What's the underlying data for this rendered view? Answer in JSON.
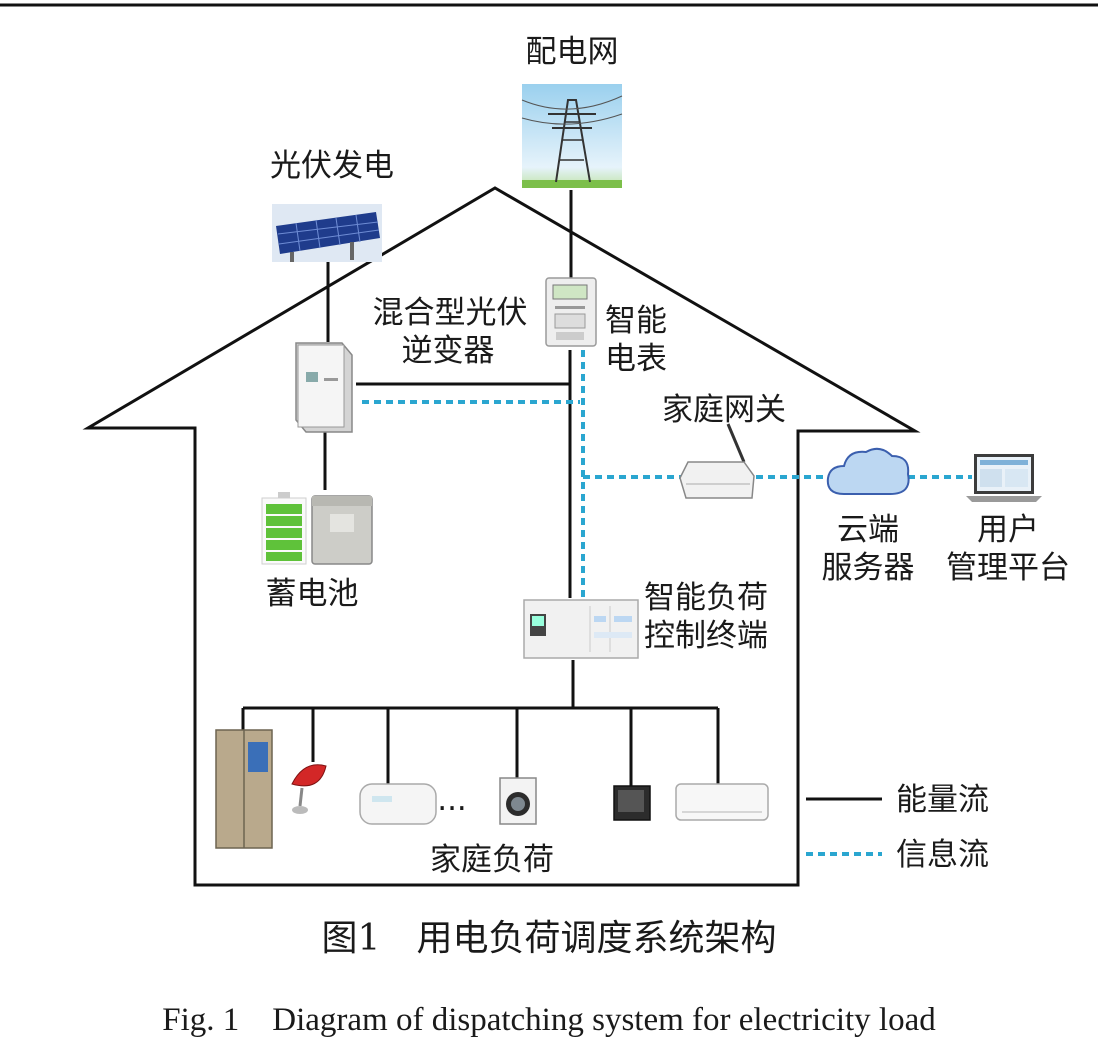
{
  "labels": {
    "grid": "配电网",
    "pv": "光伏发电",
    "inverter_line1": "混合型光伏",
    "inverter_line2": "逆变器",
    "meter_line1": "智能",
    "meter_line2": "电表",
    "gateway": "家庭网关",
    "battery": "蓄电池",
    "cloud_line1": "云端",
    "cloud_line2": "服务器",
    "platform_line1": "用户",
    "platform_line2": "管理平台",
    "terminal_line1": "智能负荷",
    "terminal_line2": "控制终端",
    "ellipsis": "...",
    "loads": "家庭负荷"
  },
  "legend": {
    "energy": "能量流",
    "info": "信息流"
  },
  "caption": {
    "cn": "图1　用电负荷调度系统架构",
    "en": "Fig. 1　Diagram of dispatching system for electricity load"
  },
  "colors": {
    "energy_flow": "#111111",
    "info_flow": "#2aa6d0"
  }
}
